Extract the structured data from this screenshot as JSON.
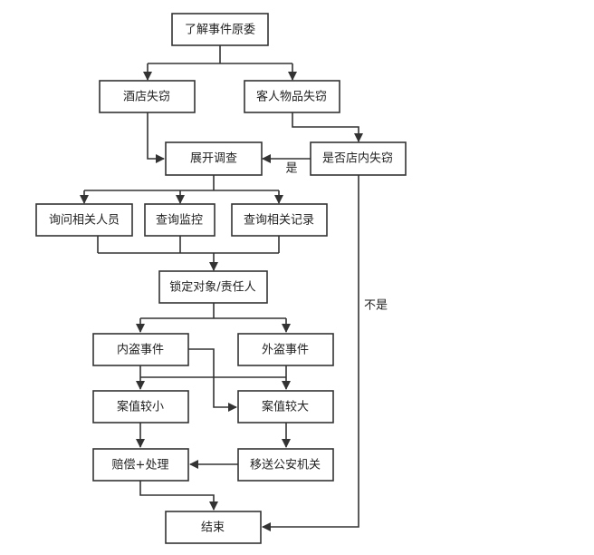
{
  "flowchart": {
    "nodes": {
      "start": "了解事件原委",
      "hotel_theft": "酒店失窃",
      "guest_theft": "客人物品失窃",
      "investigate": "展开调查",
      "inside_check": "是否店内失窃",
      "ask_people": "询问相关人员",
      "check_cctv": "查询监控",
      "check_records": "查询相关记录",
      "lock_target": "锁定对象/责任人",
      "internal_theft": "内盗事件",
      "external_theft": "外盗事件",
      "small_value": "案值较小",
      "large_value": "案值较大",
      "compensate": "赔偿+处理",
      "police": "移送公安机关",
      "end": "结束"
    },
    "edge_labels": {
      "yes": "是",
      "no": "不是"
    }
  },
  "colors": {
    "stroke": "#333333",
    "fill": "#ffffff",
    "text": "#222222"
  }
}
